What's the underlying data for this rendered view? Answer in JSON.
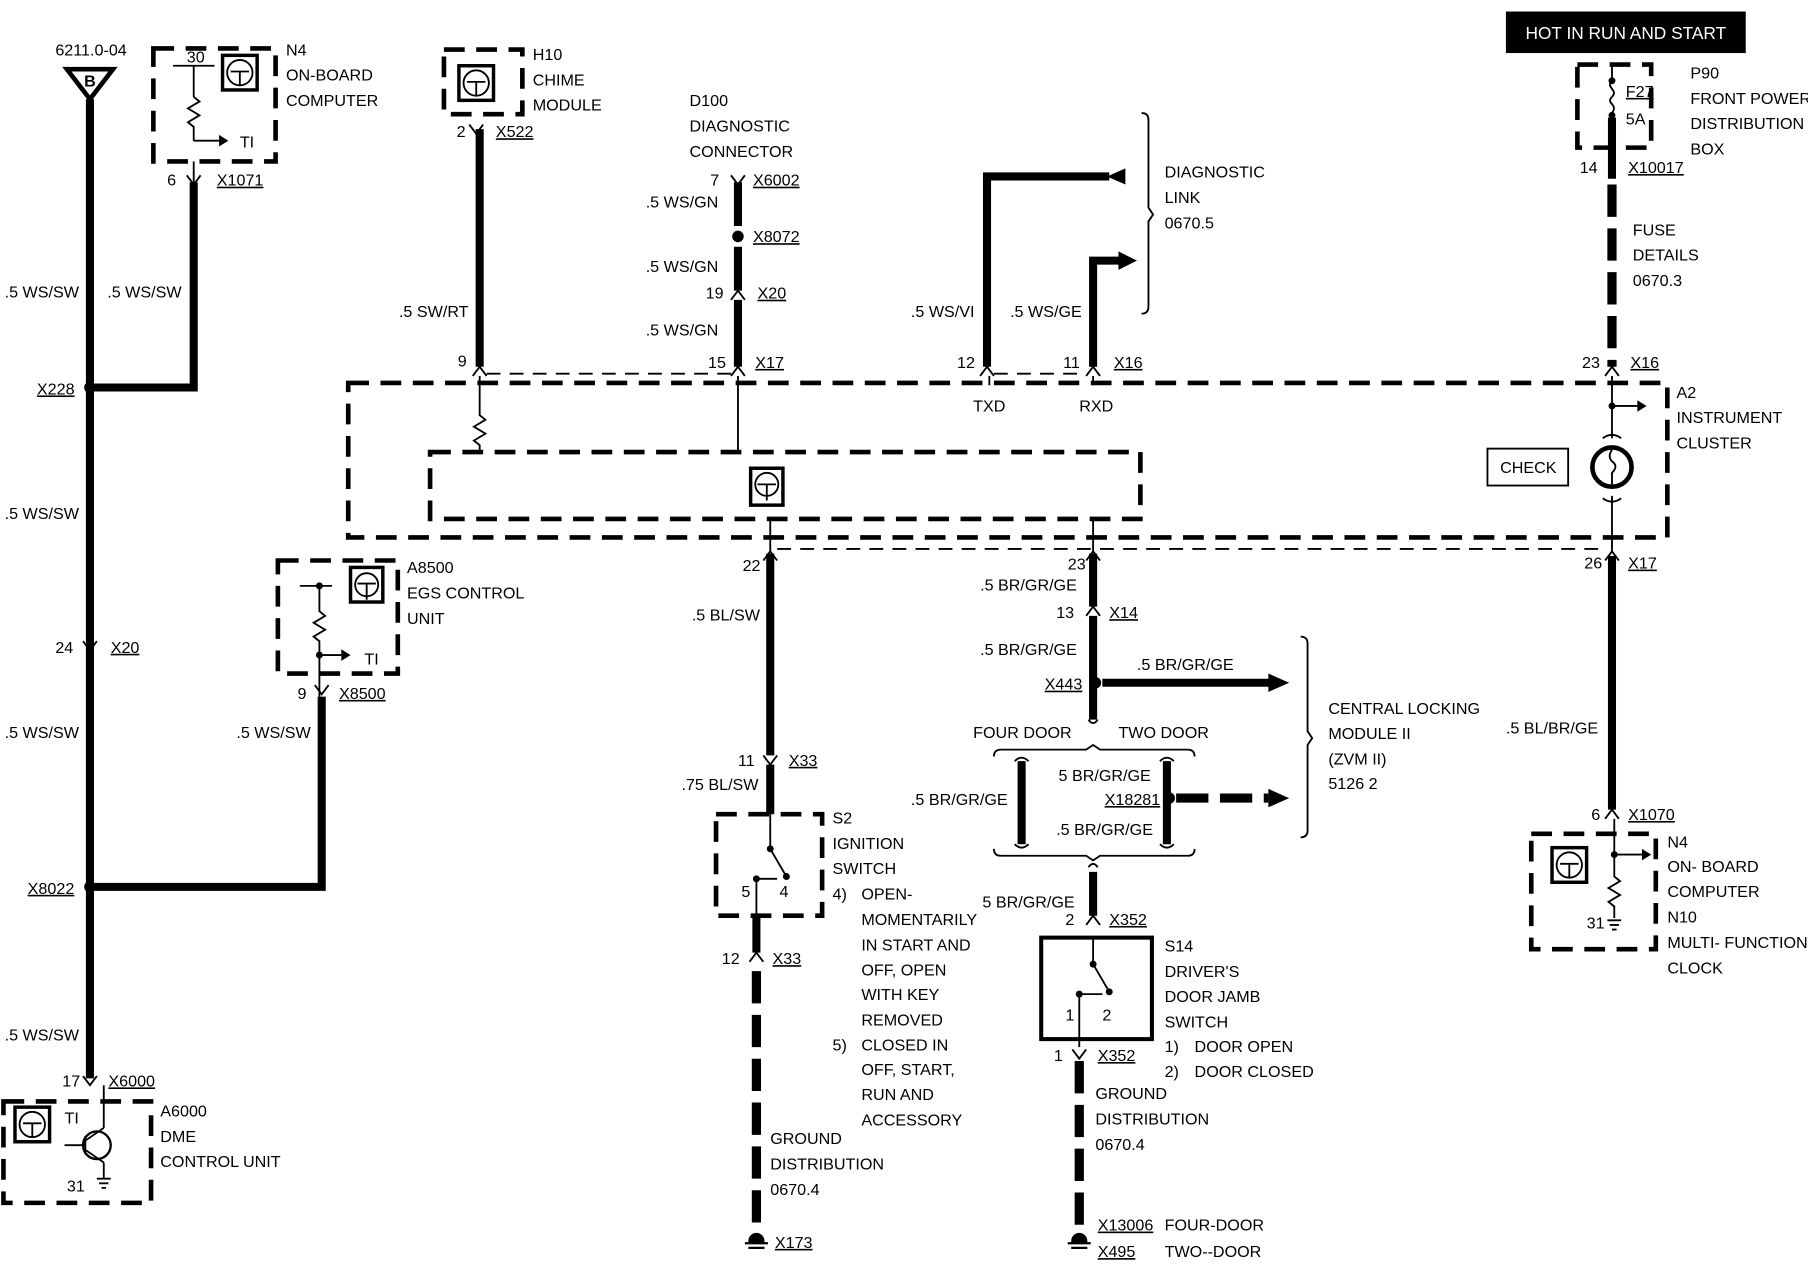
{
  "header": {
    "hot_label": "HOT IN RUN AND START",
    "page_ref": "6211.0-04",
    "bus_letter": "B"
  },
  "components": {
    "n4_top": {
      "id": "N4",
      "line1": "ON-BOARD",
      "line2": "COMPUTER",
      "pin30": "30",
      "ti": "TI",
      "pin": "6",
      "connector": "X1071"
    },
    "h10": {
      "id": "H10",
      "line1": "CHIME",
      "line2": "MODULE",
      "pin": "2",
      "connector": "X522"
    },
    "d100": {
      "id": "D100",
      "line1": "DIAGNOSTIC",
      "line2": "CONNECTOR",
      "pin": "7",
      "connector": "X6002"
    },
    "diag_link": {
      "line1": "DIAGNOSTIC",
      "line2": "LINK",
      "line3": "0670.5"
    },
    "p90": {
      "id": "P90",
      "line1": "FRONT POWER",
      "line2": "DISTRIBUTION",
      "line3": "BOX",
      "fuse": "F27",
      "amps": "5A",
      "pin": "14",
      "connector": "X10017"
    },
    "fuse_details": {
      "line1": "FUSE",
      "line2": "DETAILS",
      "line3": "0670.3"
    },
    "a2": {
      "id": "A2",
      "line1": "INSTRUMENT",
      "line2": "CLUSTER",
      "check": "CHECK",
      "txd": "TXD",
      "rxd": "RXD"
    },
    "a8500": {
      "id": "A8500",
      "line1": "EGS CONTROL",
      "line2": "UNIT",
      "ti": "TI",
      "pin": "9",
      "connector": "X8500"
    },
    "a6000": {
      "id": "A6000",
      "line1": "DME",
      "line2": "CONTROL UNIT",
      "ti": "TI",
      "ground_pin": "31",
      "pin": "17",
      "connector": "X6000"
    },
    "s2": {
      "id": "S2",
      "line1": "IGNITION",
      "line2": "SWITCH",
      "contact5": "5",
      "contact4": "4",
      "notes": [
        "4)",
        "OPEN-",
        "MOMENTARILY",
        "IN START AND",
        "OFF, OPEN",
        "WITH KEY",
        "REMOVED",
        "5)",
        "CLOSED IN",
        "OFF, START,",
        "RUN AND",
        "ACCESSORY"
      ]
    },
    "s14": {
      "id": "S14",
      "line1": "DRIVER'S",
      "line2": "DOOR JAMB",
      "line3": "SWITCH",
      "contact1": "1",
      "contact2": "2",
      "note1_num": "1)",
      "note1": "DOOR OPEN",
      "note2_num": "2)",
      "note2": "DOOR CLOSED"
    },
    "zvm": {
      "line1": "CENTRAL LOCKING",
      "line2": "MODULE II",
      "line3": "(ZVM II)",
      "line4": "5126 2"
    },
    "n4_bottom": {
      "id": "N4",
      "line1": "ON- BOARD",
      "line2": "COMPUTER",
      "id2": "N10",
      "line3": "MULTI- FUNCTION",
      "line4": "CLOCK",
      "ground_pin": "31",
      "pin": "6",
      "connector": "X1070"
    },
    "ground_s2": {
      "line1": "GROUND",
      "line2": "DISTRIBUTION",
      "line3": "0670.4",
      "connector": "X173"
    },
    "ground_s14": {
      "line1": "GROUND",
      "line2": "DISTRIBUTION",
      "line3": "0670.4",
      "conn_four": "X13006",
      "four_label": "FOUR-DOOR",
      "conn_two": "X495",
      "two_label": "TWO--DOOR"
    }
  },
  "connectors": {
    "x228": "X228",
    "x20_left": {
      "pin": "24",
      "name": "X20"
    },
    "x8022": "X8022",
    "x8072": "X8072",
    "x20_mid": {
      "pin": "19",
      "name": "X20"
    },
    "x17_top": {
      "pin": "15",
      "name": "X17"
    },
    "pin9": "9",
    "x16_diag": {
      "pin_txd": "12",
      "pin_rxd": "11",
      "name": "X16"
    },
    "x16_right": {
      "pin": "23",
      "name": "X16"
    },
    "x17_22": "22",
    "x17_23": "23",
    "x17_right": {
      "pin": "26",
      "name": "X17"
    },
    "x14": {
      "pin": "13",
      "name": "X14"
    },
    "x443": "X443",
    "x33_top": {
      "pin": "11",
      "name": "X33"
    },
    "x33_bottom": {
      "pin": "12",
      "name": "X33"
    },
    "x18281": "X18281",
    "x352_top": {
      "pin": "2",
      "name": "X352"
    },
    "x352_bottom": {
      "pin": "1",
      "name": "X352"
    },
    "four_door": "FOUR  DOOR",
    "two_door": "TWO  DOOR"
  },
  "wires": {
    "left_main_1": ".5 WS/SW",
    "n4_wire": ".5 WS/SW",
    "left_main_2": ".5 WS/SW",
    "left_main_3": ".5 WS/SW",
    "egs_wire": ".5 WS/SW",
    "left_main_4": ".5 WS/SW",
    "chime_wire": ".5 SW/RT",
    "d100_1": ".5  WS/GN",
    "d100_2": ".5  WS/GN",
    "d100_3": ".5  WS/GN",
    "txd_wire": ".5 WS/VI",
    "rxd_wire": ".5 WS/GE",
    "ign_1": ".5 BL/SW",
    "ign_2": ".75 BL/SW",
    "cl_1": ".5 BR/GR/GE",
    "cl_2": ".5 BR/GR/GE",
    "cl_3": ".5 BR/GR/GE",
    "cl_four": ".5 BR/GR/GE",
    "cl_two_top": "5 BR/GR/GE",
    "cl_two_bot": ".5 BR/GR/GE",
    "cl_s14": "5 BR/GR/GE",
    "clock_wire": ".5 BL/BR/GE"
  }
}
